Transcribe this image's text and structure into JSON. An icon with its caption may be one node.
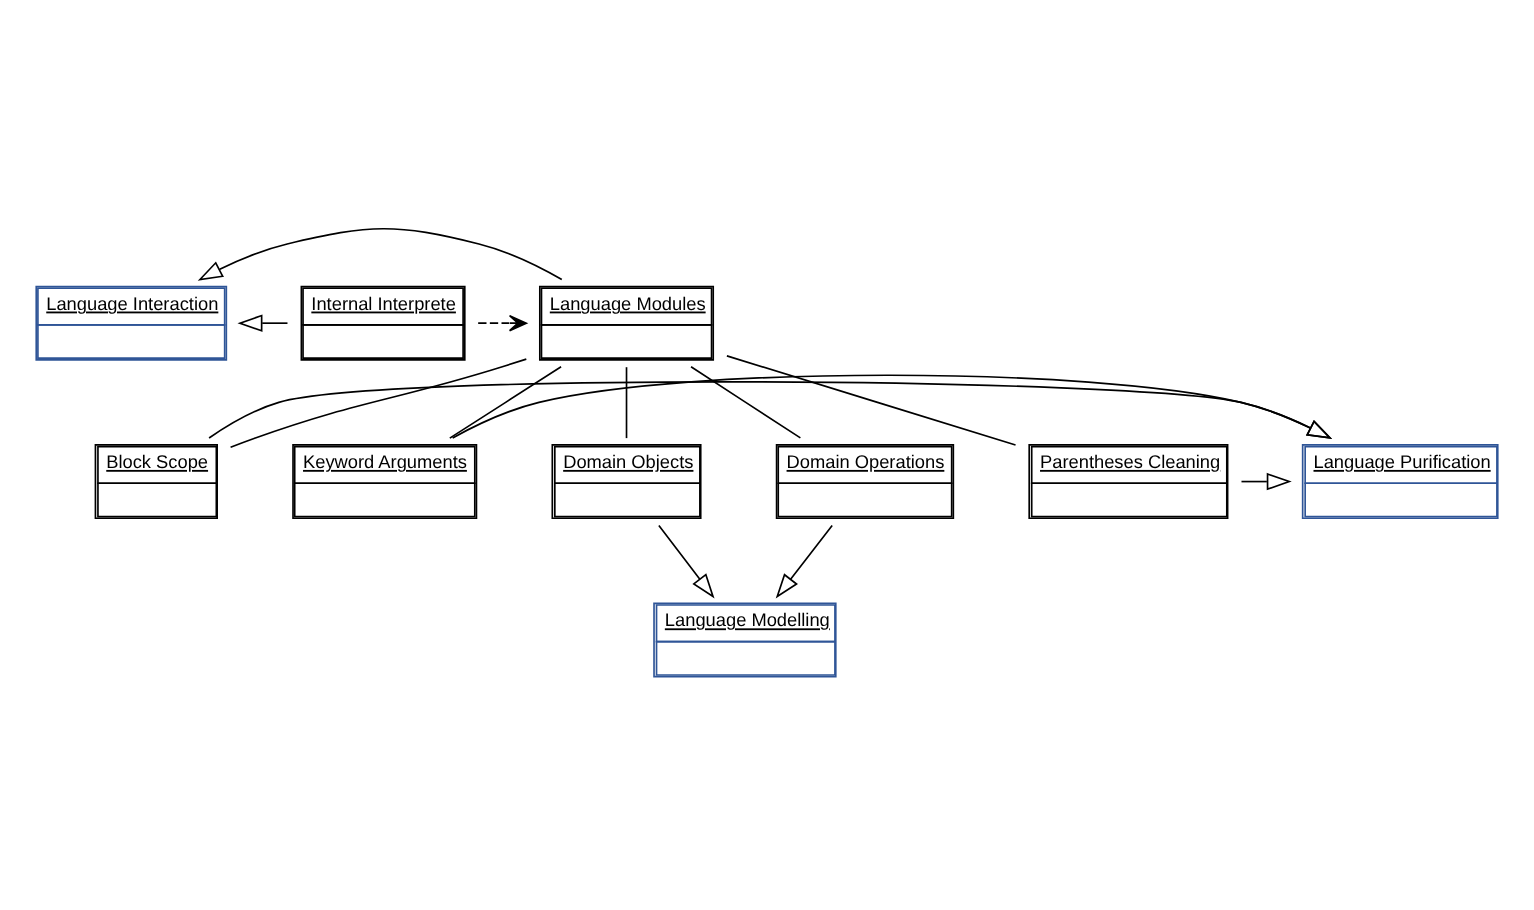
{
  "diagram": {
    "nodes": [
      {
        "text": [
          "Language Interaction"
        ]
      },
      {
        "text": [
          "Language Modules"
        ]
      },
      {
        "text": [
          "Internal Interprete"
        ]
      },
      {
        "text": [
          "Block Scope"
        ]
      },
      {
        "text": [
          "Language Purification"
        ]
      },
      {
        "text": [
          "Keyword Arguments"
        ]
      },
      {
        "text": [
          "Domain Objects"
        ]
      },
      {
        "text": [
          "Domain Operations"
        ]
      },
      {
        "text": [
          "Parentheses Cleaning"
        ]
      },
      {
        "text": [
          "Language Modelling"
        ]
      }
    ],
    "edges": [
      {
        "from": 1,
        "to": 0,
        "arrow": "to"
      },
      {
        "from": 2,
        "to": 0,
        "arrow": "to"
      },
      {
        "from": 2,
        "to": 1,
        "arrow": "to",
        "style": "dashed"
      },
      {
        "from": 1,
        "to": 3,
        "arrow": "none"
      },
      {
        "from": 1,
        "to": 5,
        "arrow": "none"
      },
      {
        "from": 1,
        "to": 8,
        "arrow": "none"
      },
      {
        "from": 1,
        "to": 6,
        "arrow": "none"
      },
      {
        "from": 1,
        "to": 7,
        "arrow": "none"
      },
      {
        "from": 3,
        "to": 4,
        "arrow": "to"
      },
      {
        "from": 5,
        "to": 4,
        "arrow": "to"
      },
      {
        "from": 8,
        "to": 4,
        "arrow": "to"
      },
      {
        "from": 6,
        "to": 9,
        "arrow": "to"
      },
      {
        "from": 7,
        "to": 9,
        "arrow": "to"
      }
    ]
  }
}
